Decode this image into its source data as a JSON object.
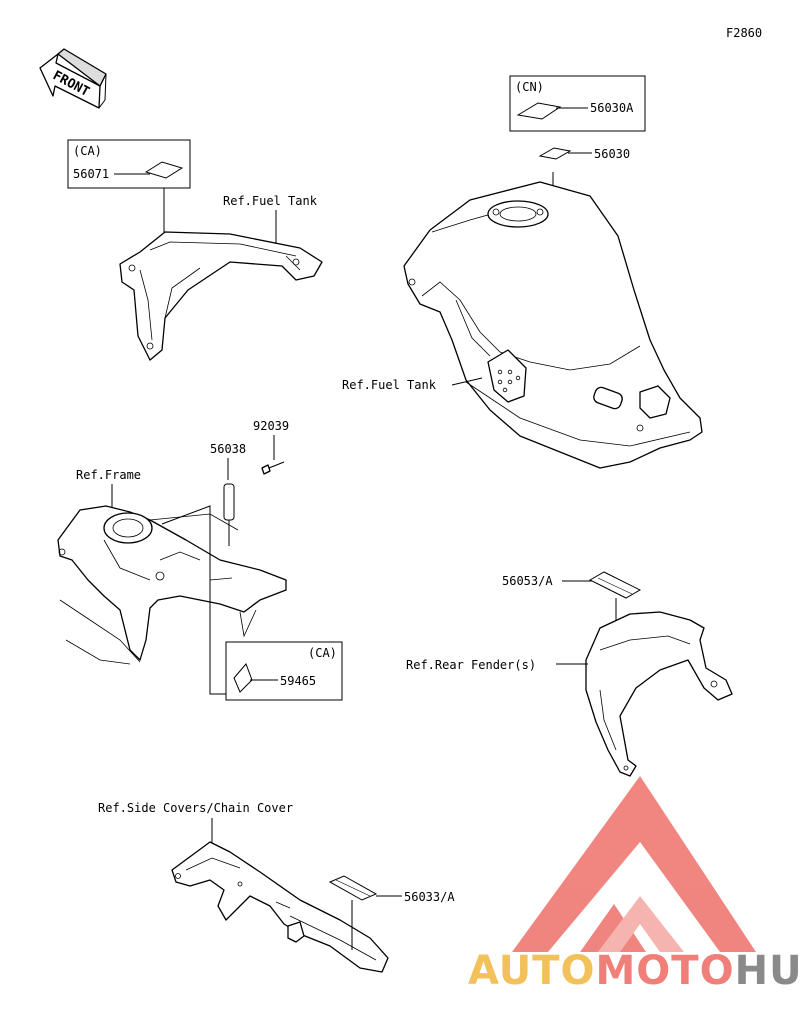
{
  "figure_code": "F2860",
  "front_arrow": {
    "text": "FRONT"
  },
  "boxes": {
    "ca_top": {
      "region": "(CA)",
      "part": "56071"
    },
    "cn": {
      "region": "(CN)",
      "part": "56030A"
    },
    "ca_bottom": {
      "region": "(CA)",
      "part": "59465"
    }
  },
  "labels": {
    "part_56030": "56030",
    "ref_fuel_tank_1": "Ref.Fuel Tank",
    "ref_fuel_tank_2": "Ref.Fuel Tank",
    "part_92039": "92039",
    "part_56038": "56038",
    "ref_frame": "Ref.Frame",
    "part_56053": "56053/A",
    "ref_rear_fender": "Ref.Rear Fender(s)",
    "ref_side_covers": "Ref.Side Covers/Chain Cover",
    "part_56033": "56033/A"
  },
  "watermark": {
    "word_part1": "AUTO",
    "word_part2": "MOTO",
    "word_part3": "HUB",
    "colors": {
      "gold": "#f3c15a",
      "red": "#f07f7a",
      "grey": "#8a8a8a"
    }
  }
}
